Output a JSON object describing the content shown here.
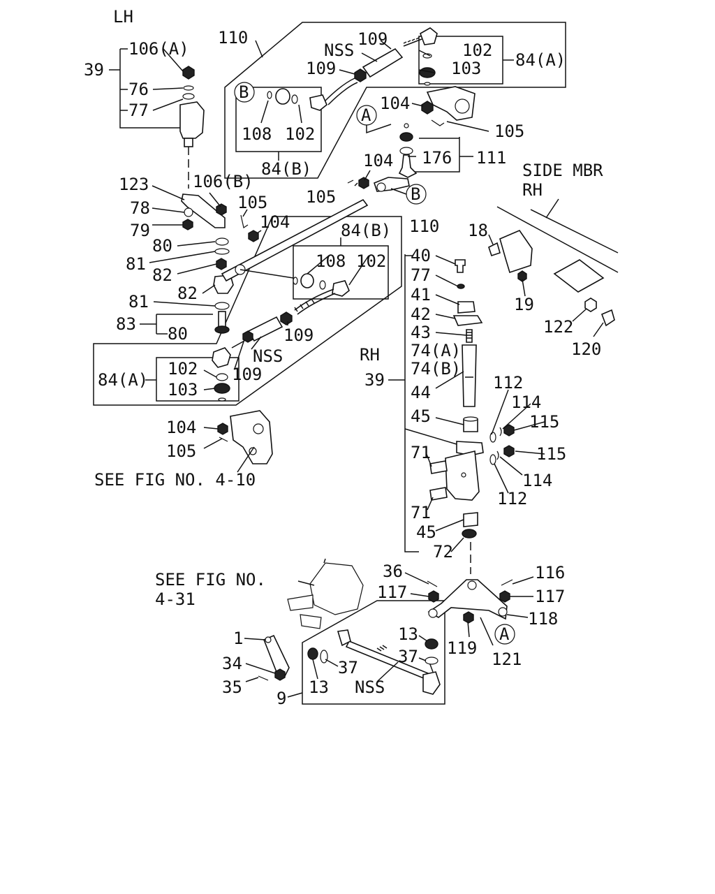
{
  "headings": {
    "lh": "LH",
    "rh": "RH",
    "side_mbr_line1": "SIDE MBR",
    "side_mbr_line2": "RH",
    "see_fig_4_10": "SEE FIG NO. 4-10",
    "see_fig_4_31_line1": "SEE FIG NO.",
    "see_fig_4_31_line2": "4-31"
  },
  "labels": {
    "lh_39": "39",
    "lh_106a": "106(A)",
    "lh_76": "76",
    "lh_77": "77",
    "top_110": "110",
    "top_nss": "NSS",
    "top_109a": "109",
    "top_109b": "109",
    "top_102": "102",
    "top_103": "103",
    "top_84a": "84(A)",
    "top_108": "108",
    "top_102b": "102",
    "top_84b": "84(B)",
    "top_104": "104",
    "top_105": "105",
    "top_176": "176",
    "top_111": "111",
    "mid_104": "104",
    "mid_105": "105",
    "l_123": "123",
    "l_106b": "106(B)",
    "l_78": "78",
    "l_79": "79",
    "l_105": "105",
    "l_104": "104",
    "l_80a": "80",
    "l_81a": "81",
    "l_82a": "82",
    "l_82b": "82",
    "l_81b": "81",
    "l_83": "83",
    "l_80b": "80",
    "m_84b": "84(B)",
    "m_110": "110",
    "m_108": "108",
    "m_102": "102",
    "m_109a": "109",
    "m_nss": "NSS",
    "m_109b": "109",
    "bl_84a": "84(A)",
    "bl_102": "102",
    "bl_103": "103",
    "bl_104": "104",
    "bl_105": "105",
    "r_40": "40",
    "r_77": "77",
    "r_41": "41",
    "r_42": "42",
    "r_43": "43",
    "r_74a": "74(A)",
    "r_74b": "74(B)",
    "r_39": "39",
    "r_44": "44",
    "r_45a": "45",
    "r_71a": "71",
    "r_71b": "71",
    "r_45b": "45",
    "r_72": "72",
    "r_112a": "112",
    "r_114a": "114",
    "r_115a": "115",
    "r_115b": "115",
    "r_114b": "114",
    "r_112b": "112",
    "s_18": "18",
    "s_19": "19",
    "s_122": "122",
    "s_120": "120",
    "b_36": "36",
    "b_117a": "117",
    "b_116": "116",
    "b_117b": "117",
    "b_118": "118",
    "b_119": "119",
    "b_121": "121",
    "b_1": "1",
    "b_34": "34",
    "b_35": "35",
    "b_13a": "13",
    "b_37a": "37",
    "b_13b": "13",
    "b_37b": "37",
    "b_nss": "NSS",
    "b_9": "9"
  },
  "callouts": {
    "a1": "A",
    "a2": "A",
    "b1": "B",
    "b2": "B"
  }
}
